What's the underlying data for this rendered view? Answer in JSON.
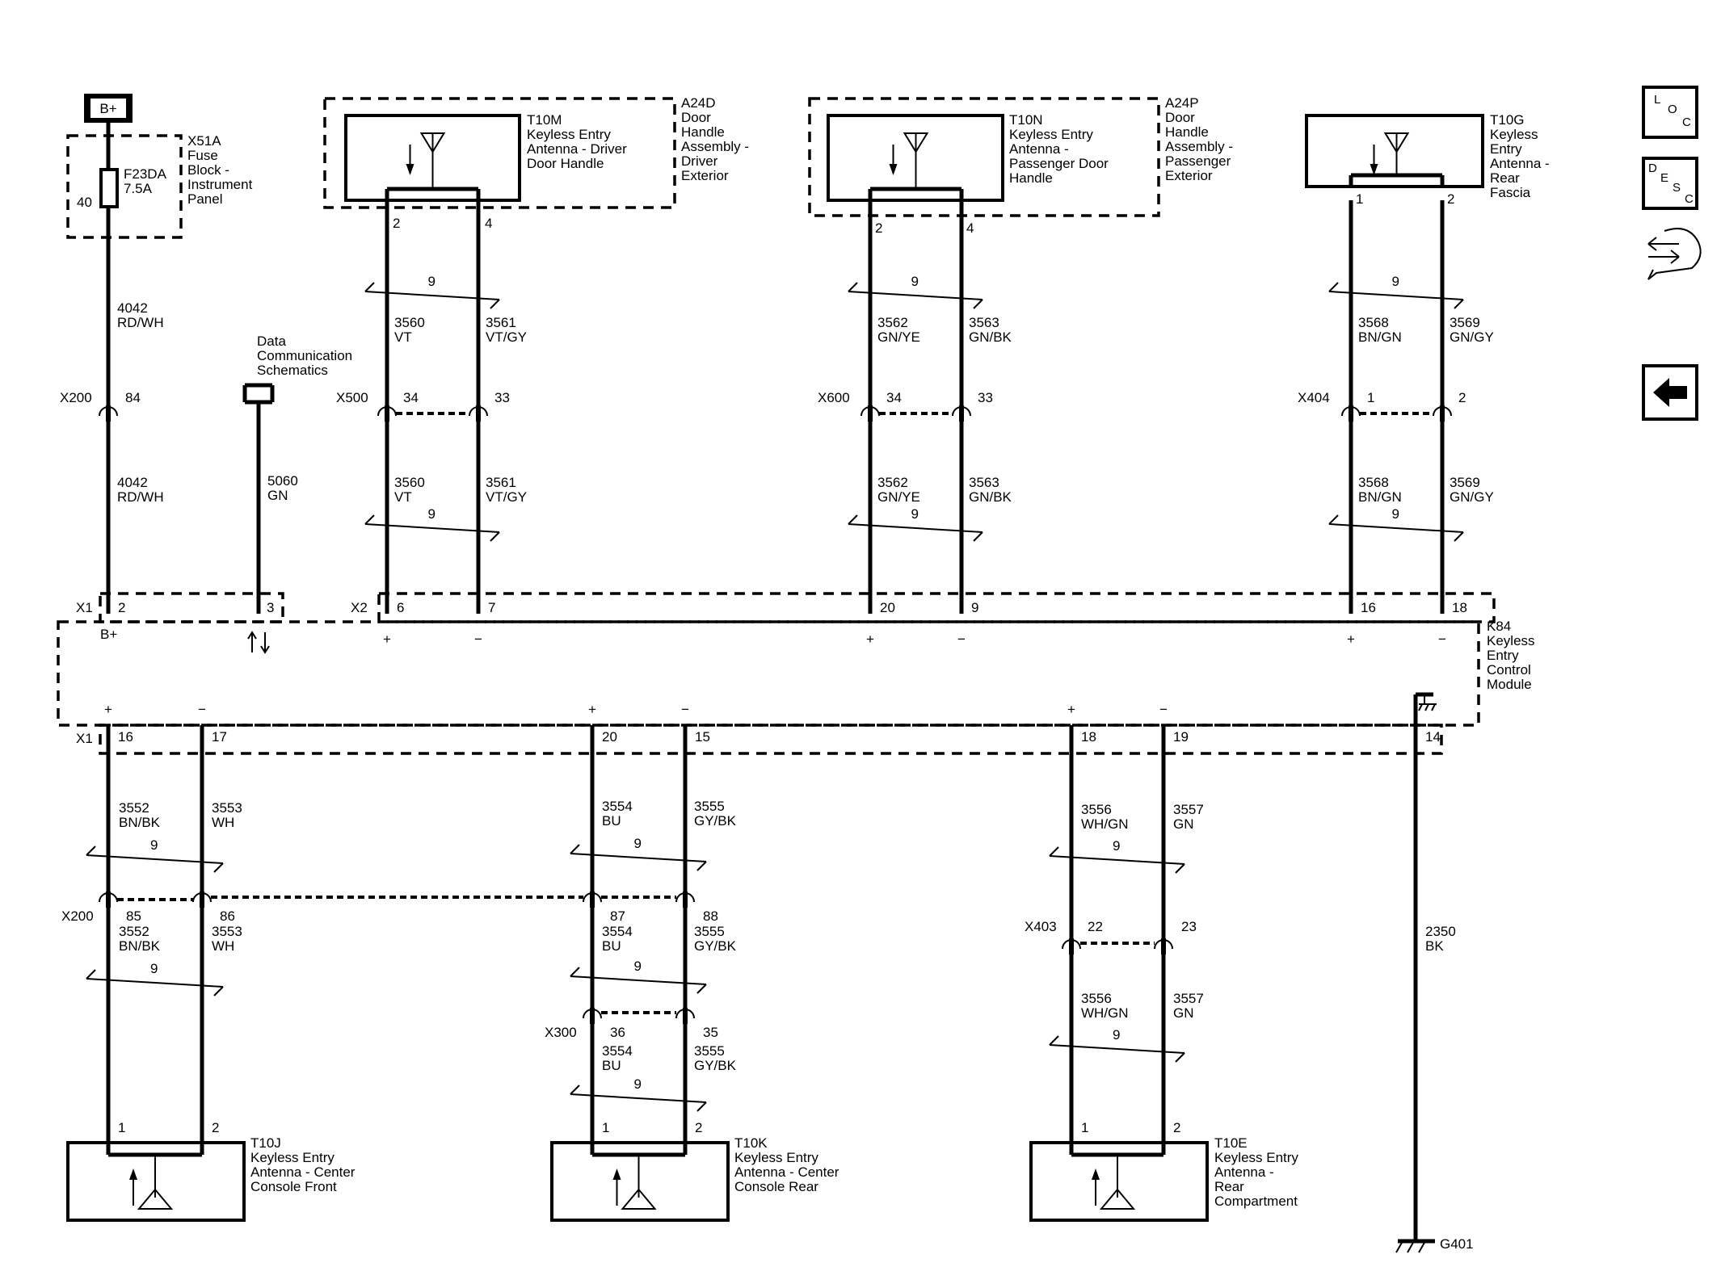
{
  "power": {
    "label": "B+"
  },
  "fuse_block": {
    "name": "X51A",
    "desc": [
      "Fuse",
      "Block -",
      "Instrument",
      "Panel"
    ],
    "fuse_name": "F23DA",
    "fuse_rating": "7.5A",
    "pin": "40"
  },
  "data_comm": [
    "Data",
    "Communication",
    "Schematics"
  ],
  "ground": {
    "name": "G401",
    "wire": "2350",
    "color": "BK",
    "pin": "14"
  },
  "module": {
    "name": "K84",
    "desc": [
      "Keyless",
      "Entry",
      "Control",
      "Module"
    ],
    "conn_x1": "X1",
    "conn_x2": "X2",
    "bplus": "B+",
    "plus": "+",
    "minus": "−"
  },
  "top_assemblies": [
    {
      "name": "A24D",
      "desc": [
        "Door",
        "Handle",
        "Assembly -",
        "Driver",
        "Exterior"
      ]
    },
    {
      "name": "A24P",
      "desc": [
        "Door",
        "Handle",
        "Assembly -",
        "Passenger",
        "Exterior"
      ]
    }
  ],
  "top_antennas": [
    {
      "name": "T10M",
      "desc": [
        "Keyless Entry",
        "Antenna - Driver",
        "Door Handle"
      ],
      "pins": [
        "2",
        "4"
      ]
    },
    {
      "name": "T10N",
      "desc": [
        "Keyless Entry",
        "Antenna -",
        "Passenger Door",
        "Handle"
      ],
      "pins": [
        "2",
        "4"
      ]
    },
    {
      "name": "T10G",
      "desc": [
        "Keyless",
        "Entry",
        "Antenna -",
        "Rear",
        "Fascia"
      ],
      "pins": [
        "1",
        "2"
      ]
    }
  ],
  "bottom_antennas": [
    {
      "name": "T10J",
      "desc": [
        "Keyless Entry",
        "Antenna - Center",
        "Console Front"
      ],
      "pins": [
        "1",
        "2"
      ]
    },
    {
      "name": "T10K",
      "desc": [
        "Keyless Entry",
        "Antenna - Center",
        "Console Rear"
      ],
      "pins": [
        "1",
        "2"
      ]
    },
    {
      "name": "T10E",
      "desc": [
        "Keyless Entry",
        "Antenna -",
        "Rear",
        "Compartment"
      ],
      "pins": [
        "1",
        "2"
      ]
    }
  ],
  "connectors": {
    "X200_top": {
      "name": "X200",
      "pins": [
        "84"
      ]
    },
    "X500": {
      "name": "X500",
      "pins": [
        "34",
        "33"
      ]
    },
    "X600": {
      "name": "X600",
      "pins": [
        "34",
        "33"
      ]
    },
    "X404": {
      "name": "X404",
      "pins": [
        "1",
        "2"
      ]
    },
    "X200_bot": {
      "name": "X200",
      "pins": [
        "85",
        "86",
        "87",
        "88"
      ]
    },
    "X300": {
      "name": "X300",
      "pins": [
        "36",
        "35"
      ]
    },
    "X403": {
      "name": "X403",
      "pins": [
        "22",
        "23"
      ]
    }
  },
  "module_pins_top": [
    "2",
    "3",
    "6",
    "7",
    "20",
    "9",
    "16",
    "18"
  ],
  "module_pins_bottom": [
    "16",
    "17",
    "20",
    "15",
    "18",
    "19",
    "14"
  ],
  "wires": {
    "w4042": {
      "circuit": "4042",
      "color": "RD/WH"
    },
    "w5060": {
      "circuit": "5060",
      "color": "GN"
    },
    "w3560": {
      "circuit": "3560",
      "color": "VT"
    },
    "w3561": {
      "circuit": "3561",
      "color": "VT/GY"
    },
    "w3562": {
      "circuit": "3562",
      "color": "GN/YE"
    },
    "w3563": {
      "circuit": "3563",
      "color": "GN/BK"
    },
    "w3568": {
      "circuit": "3568",
      "color": "BN/GN"
    },
    "w3569": {
      "circuit": "3569",
      "color": "GN/GY"
    },
    "w3552": {
      "circuit": "3552",
      "color": "BN/BK"
    },
    "w3553": {
      "circuit": "3553",
      "color": "WH"
    },
    "w3554": {
      "circuit": "3554",
      "color": "BU"
    },
    "w3555": {
      "circuit": "3555",
      "color": "GY/BK"
    },
    "w3556": {
      "circuit": "3556",
      "color": "WH/GN"
    },
    "w3557": {
      "circuit": "3557",
      "color": "GN"
    }
  },
  "twist_label": "9",
  "nav": {
    "loc": [
      "L",
      "O",
      "C"
    ],
    "desc": [
      "D",
      "E",
      "S",
      "C"
    ]
  }
}
